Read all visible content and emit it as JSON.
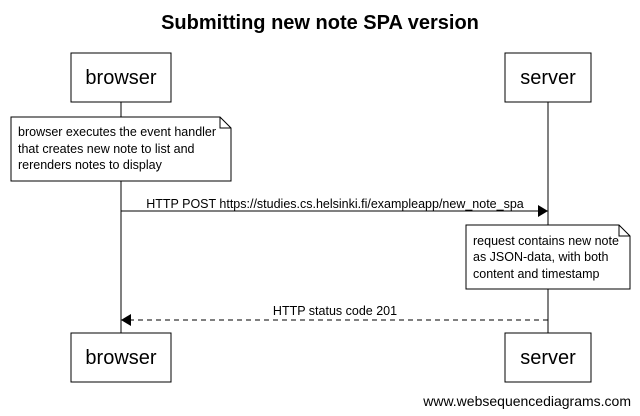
{
  "title": "Submitting new note SPA version",
  "participants": {
    "browser": {
      "label": "browser"
    },
    "server": {
      "label": "server"
    }
  },
  "notes": {
    "browser_note": {
      "lines": [
        "browser executes the event handler",
        "that creates new note to list and",
        "rerenders notes to display"
      ]
    },
    "server_note": {
      "lines": [
        "request contains new note",
        "as JSON-data, with both",
        "content and timestamp"
      ]
    }
  },
  "messages": {
    "post": {
      "label": "HTTP POST https://studies.cs.helsinki.fi/exampleapp/new_note_spa",
      "style": "solid"
    },
    "response": {
      "label": "HTTP status code 201",
      "style": "dashed"
    }
  },
  "footer": "www.websequencediagrams.com",
  "colors": {
    "line": "#000000",
    "box_fill": "#ffffff",
    "text": "#000000"
  }
}
